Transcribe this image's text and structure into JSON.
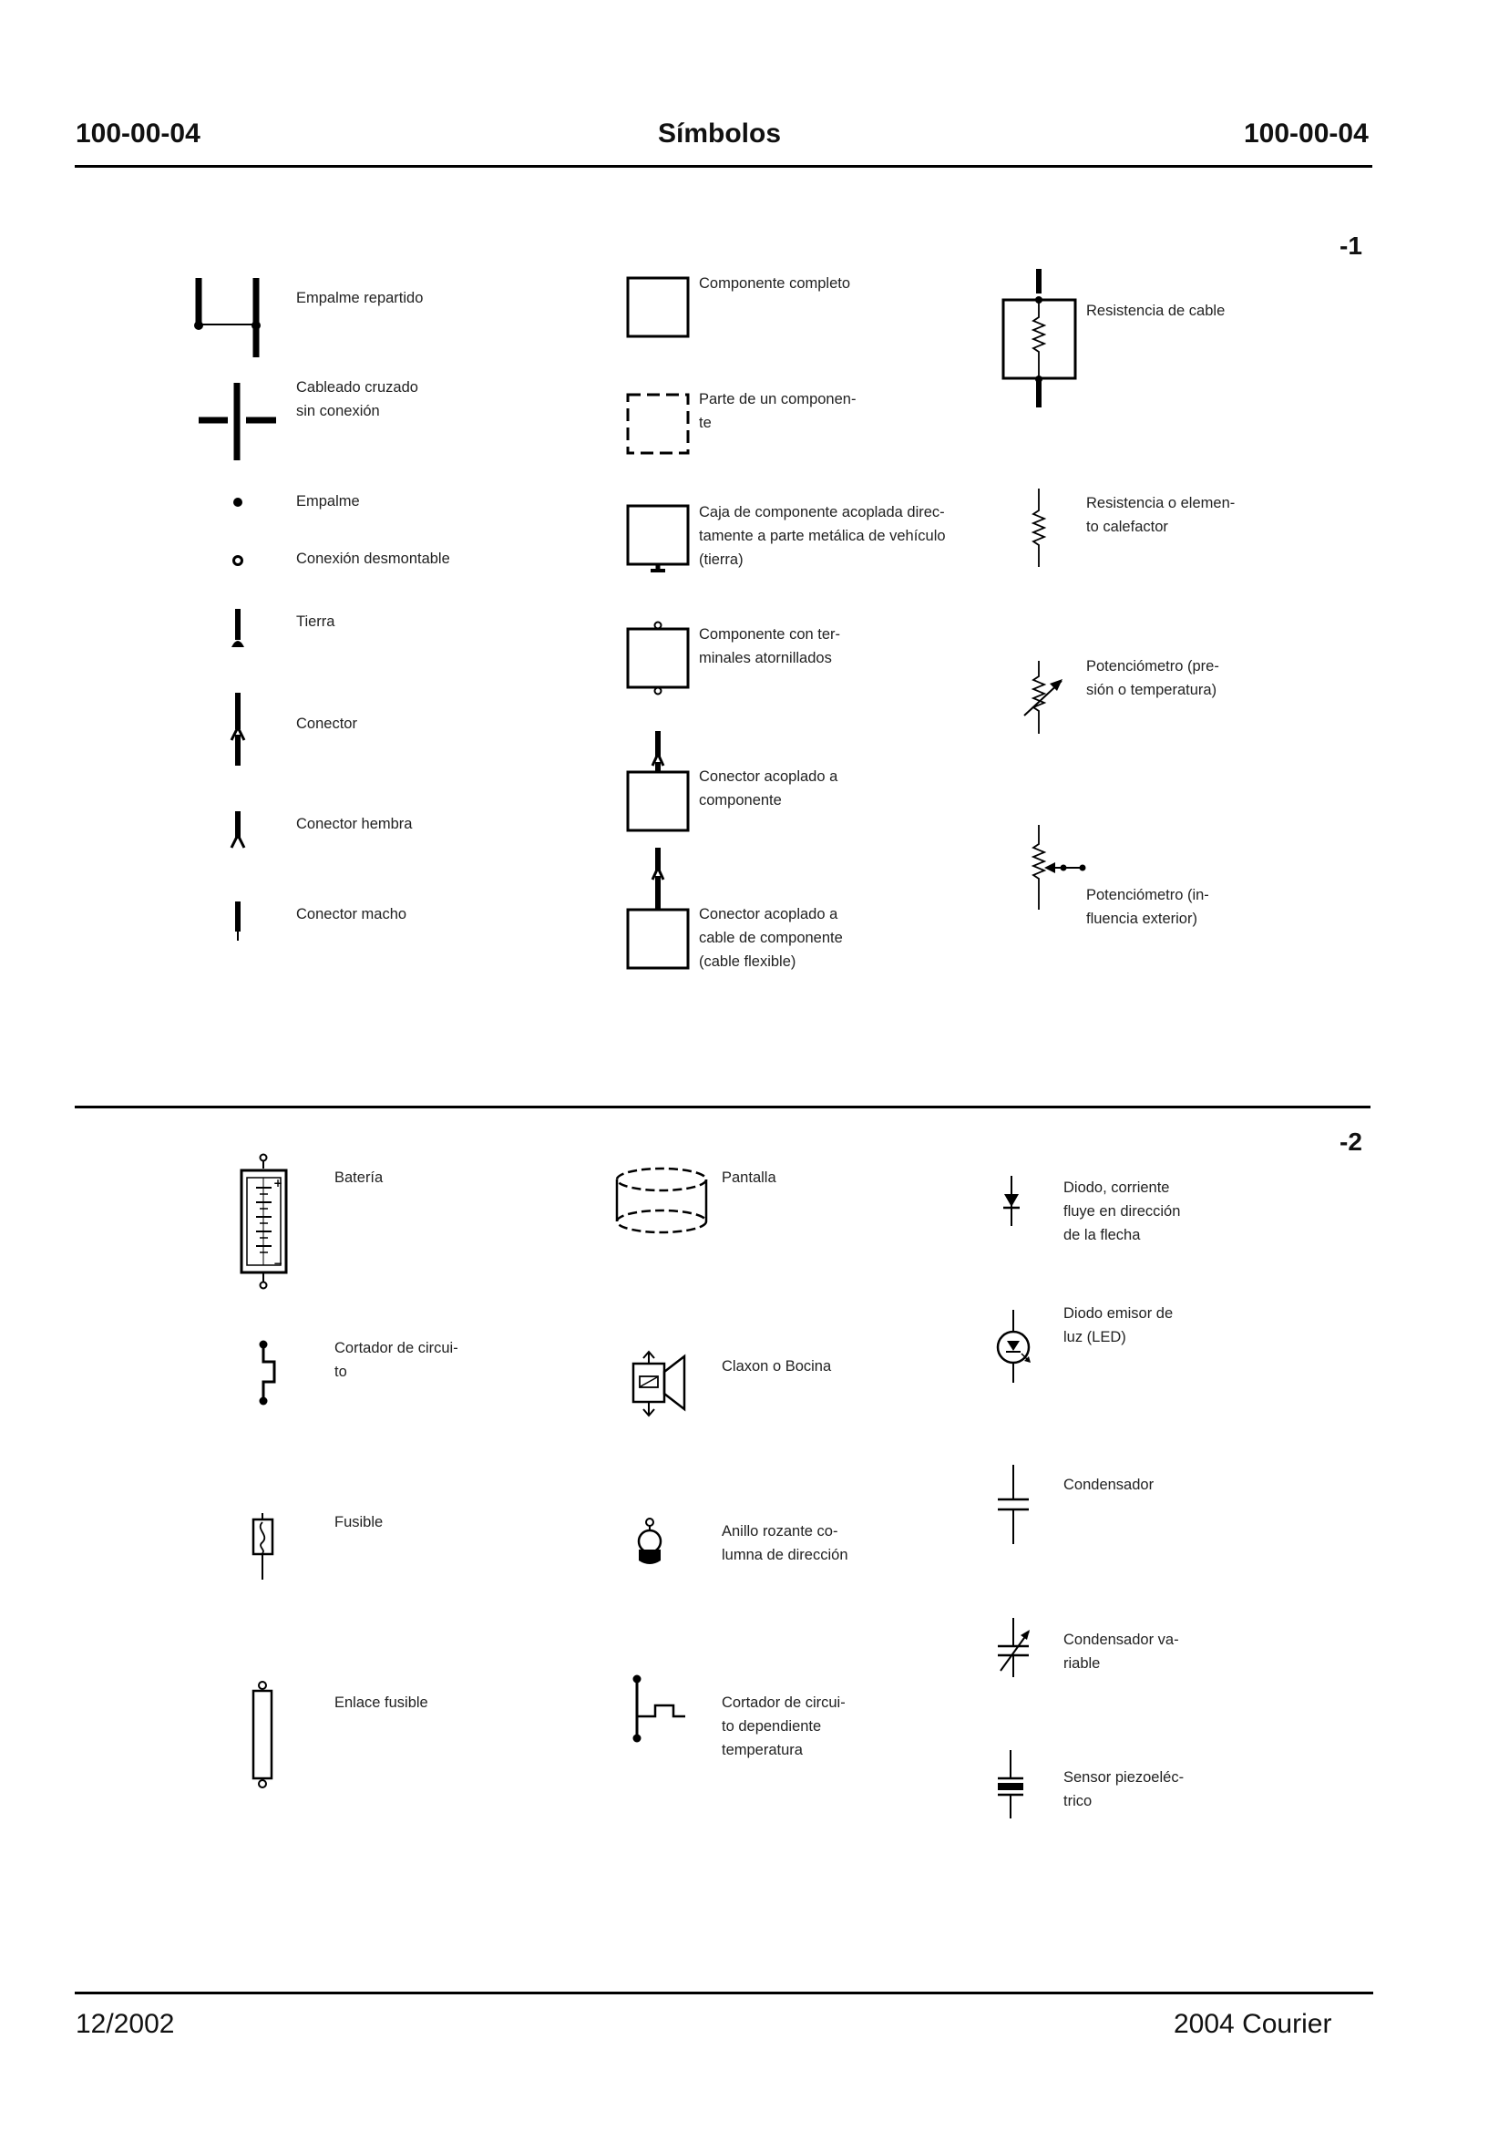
{
  "header": {
    "left": "100-00-04",
    "title": "Símbolos",
    "right": "100-00-04"
  },
  "section1": {
    "number": "-1",
    "labels": {
      "empalme_repartido": "Empalme repartido",
      "cableado_cruzado": "Cableado cruzado\nsin conexión",
      "empalme": "Empalme",
      "conexion_desmontable": "Conexión desmontable",
      "tierra": "Tierra",
      "conector": "Conector",
      "conector_hembra": "Conector hembra",
      "conector_macho": "Conector macho",
      "componente_completo": "Componente completo",
      "parte_componente": "Parte de un componen-\nte",
      "caja_componente": "Caja de componente acoplada direc-\ntamente a parte metálica de vehículo\n(tierra)",
      "componente_terminales": "Componente con ter-\nminales atornillados",
      "conector_acoplado_componente": "Conector acoplado a\ncomponente",
      "conector_acoplado_cable": "Conector acoplado a\ncable de componente\n(cable flexible)",
      "resistencia_cable": "Resistencia de cable",
      "resistencia_calefactor": "Resistencia o elemen-\nto calefactor",
      "potenciometro_presion": "Potenciómetro (pre-\nsión o temperatura)",
      "potenciometro_exterior": "Potenciómetro (in-\nfluencia exterior)"
    }
  },
  "section2": {
    "number": "-2",
    "labels": {
      "bateria": "Batería",
      "cortador_circuito": "Cortador de circui-\nto",
      "fusible": "Fusible",
      "enlace_fusible": "Enlace fusible",
      "pantalla": "Pantalla",
      "claxon": "Claxon o Bocina",
      "anillo_rozante": "Anillo rozante co-\nlumna de dirección",
      "cortador_temperatura": "Cortador de circui-\nto dependiente\ntemperatura",
      "diodo": "Diodo, corriente\nfluye en dirección\nde la flecha",
      "diodo_led": "Diodo emisor de\nluz (LED)",
      "condensador": "Condensador",
      "condensador_variable": "Condensador va-\nriable",
      "sensor_piezo": "Sensor piezoeléc-\ntrico"
    }
  },
  "footer": {
    "left": "12/2002",
    "right": "2004 Courier"
  }
}
